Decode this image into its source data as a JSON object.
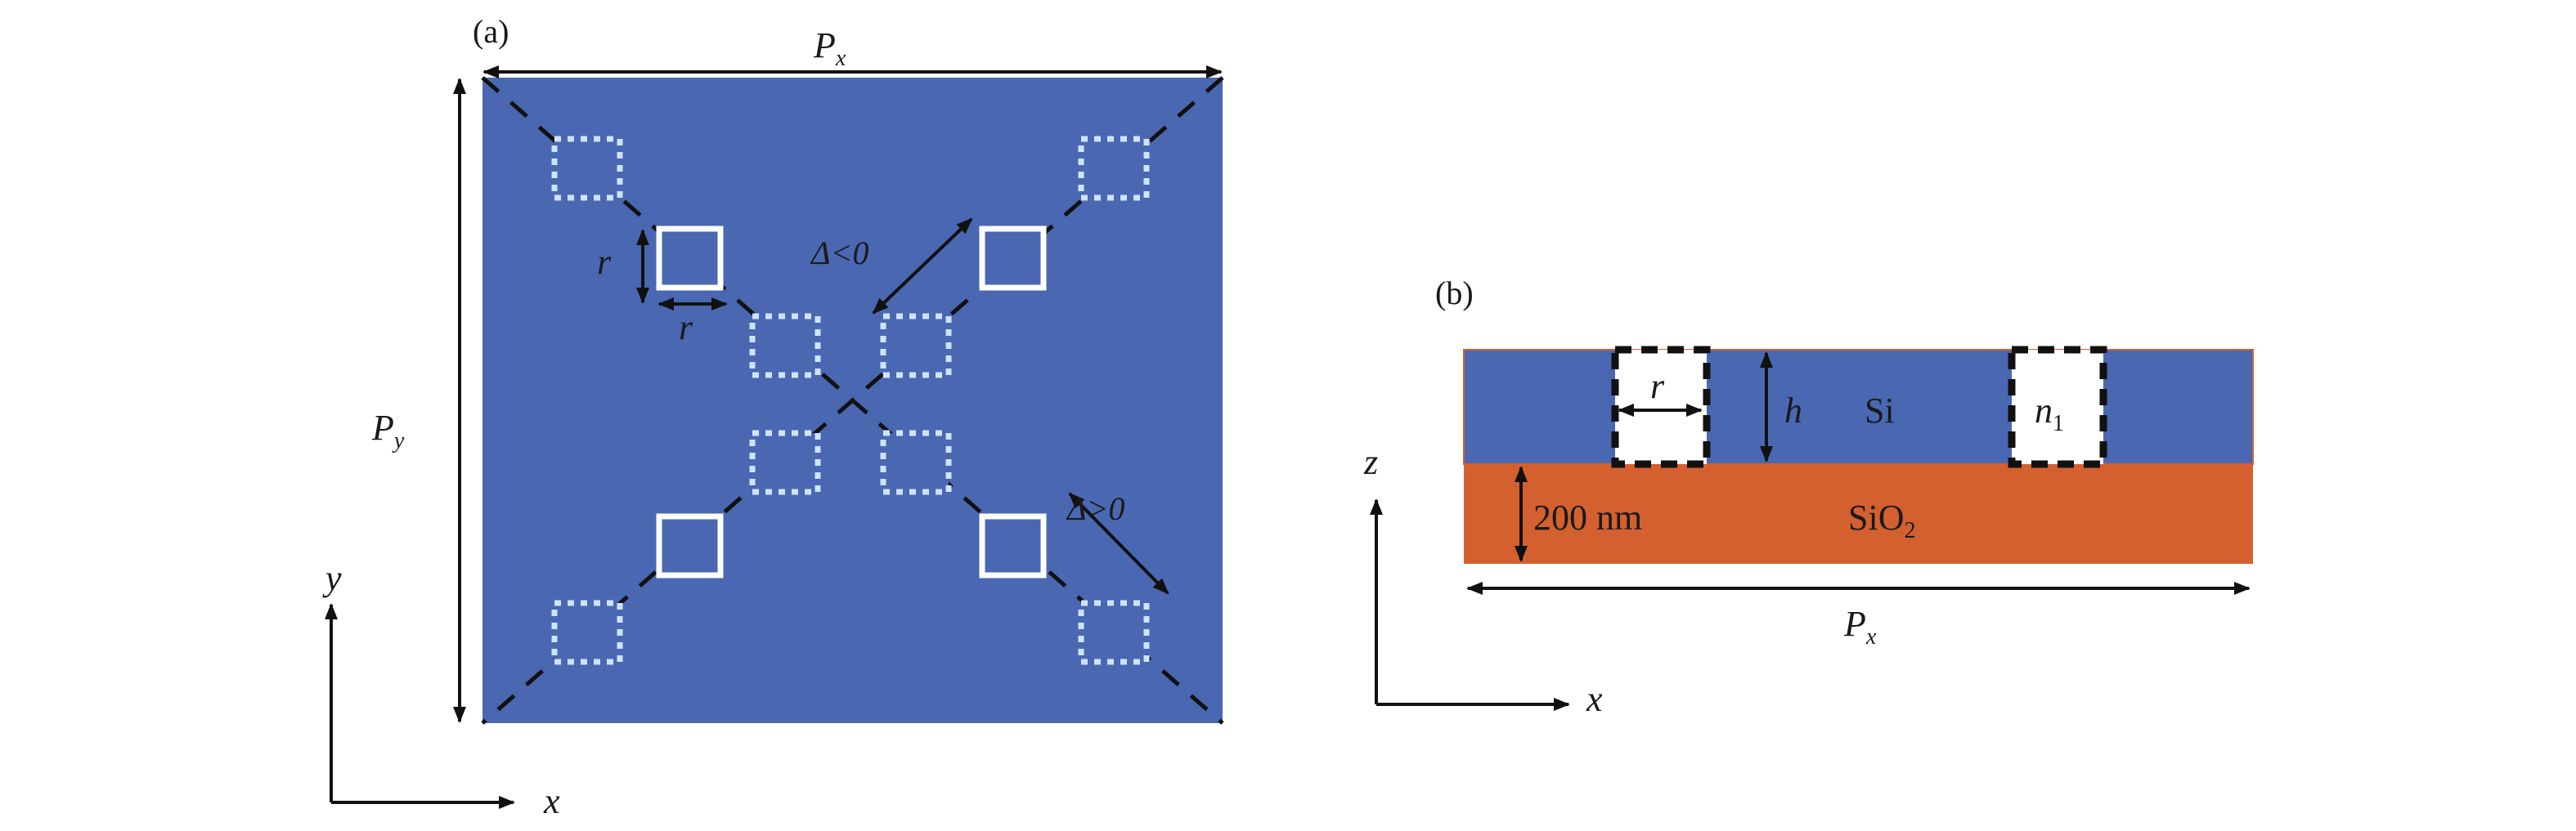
{
  "colors": {
    "background": "#ffffff",
    "silicon": "#4a67b2",
    "silica": "#d4602f",
    "hole_fill": "#ffffff",
    "lines": "#111111",
    "text": "#1a1a1a",
    "hole_outline": "#ffffff",
    "dotted_outline": "#cfe3ff"
  },
  "panel_a": {
    "label": "(a)",
    "period_x": {
      "symbol": "P",
      "subscript": "x"
    },
    "period_y": {
      "symbol": "P",
      "subscript": "y"
    },
    "hole_side_vertical": "r",
    "hole_side_horizontal": "r",
    "delta_negative": "Δ<0",
    "delta_positive": "Δ>0",
    "axis_y": "y",
    "axis_x": "x"
  },
  "panel_b": {
    "label": "(b)",
    "hole_width": "r",
    "thickness": "h",
    "layer_si": "Si",
    "hole_index": {
      "symbol": "n",
      "subscript": "1"
    },
    "substrate_thickness": "200 nm",
    "layer_sio2": {
      "base": "SiO",
      "subscript": "2"
    },
    "period_x": {
      "symbol": "P",
      "subscript": "x"
    },
    "axis_z": "z",
    "axis_x": "x"
  }
}
